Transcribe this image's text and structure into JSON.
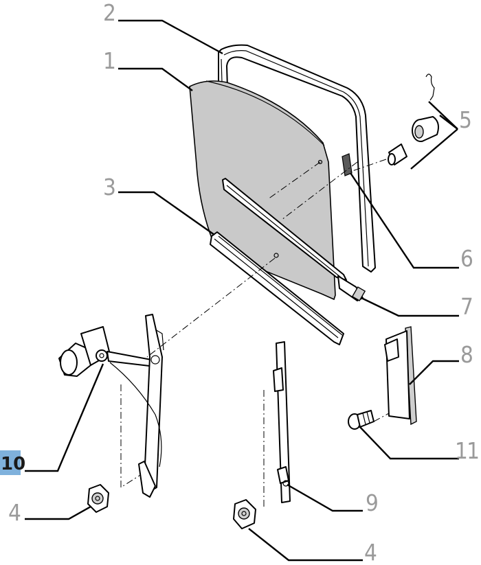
{
  "callouts": [
    {
      "id": "c2",
      "label": "2"
    },
    {
      "id": "c1",
      "label": "1"
    },
    {
      "id": "c3",
      "label": "3"
    },
    {
      "id": "c5",
      "label": "5"
    },
    {
      "id": "c6",
      "label": "6"
    },
    {
      "id": "c7",
      "label": "7"
    },
    {
      "id": "c8",
      "label": "8"
    },
    {
      "id": "c11",
      "label": "11"
    },
    {
      "id": "c10",
      "label": "10",
      "highlighted": true
    },
    {
      "id": "c9",
      "label": "9"
    },
    {
      "id": "c4a",
      "label": "4"
    },
    {
      "id": "c4b",
      "label": "4"
    }
  ],
  "colors": {
    "highlight": "#7fb1dc",
    "callout_text": "#9a9a9a",
    "glass": "#c9c9c9"
  }
}
